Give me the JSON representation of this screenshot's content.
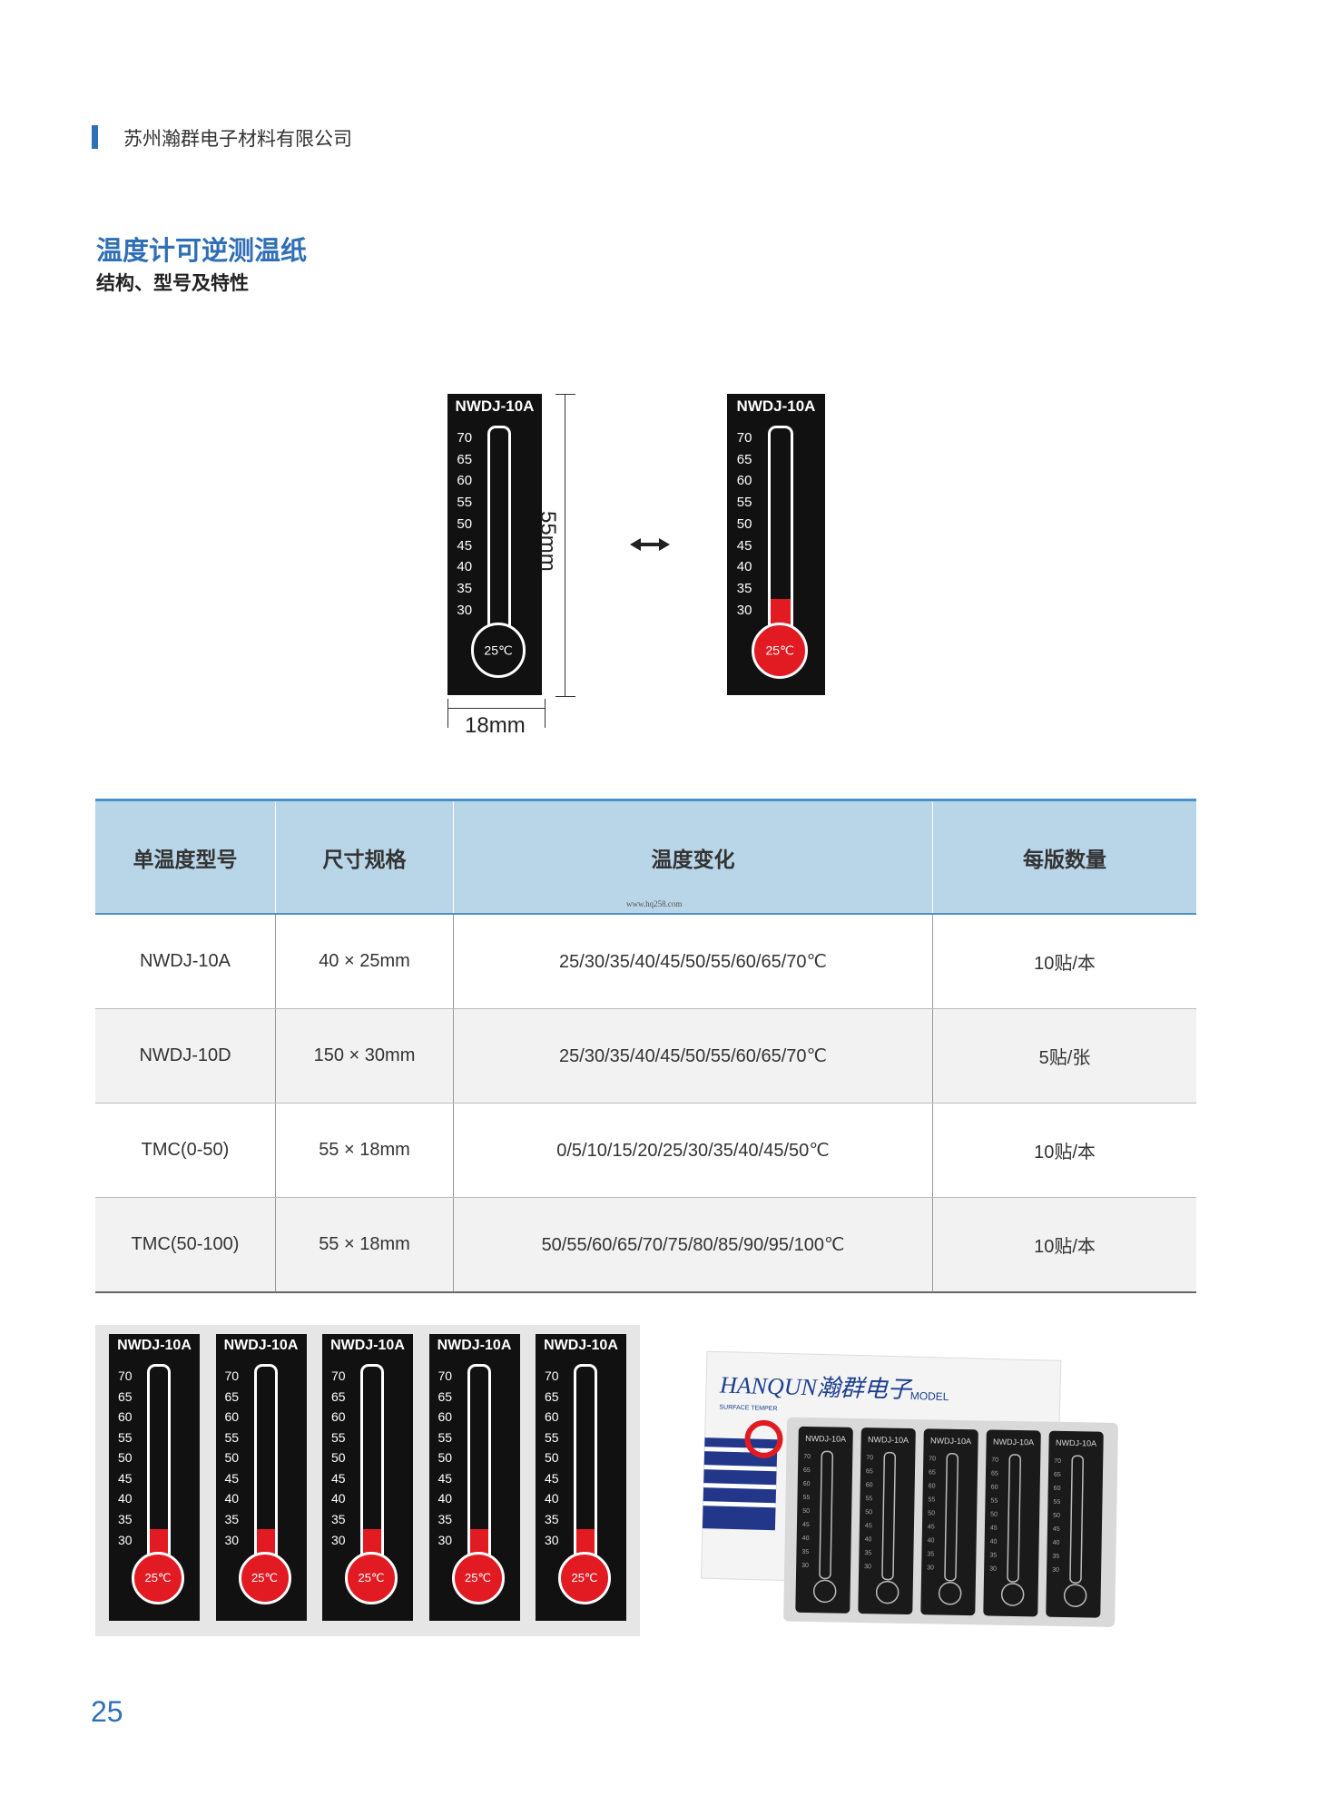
{
  "header": {
    "company": "苏州瀚群电子材料有限公司"
  },
  "section": {
    "title": "温度计可逆测温纸",
    "subtitle": "结构、型号及特性"
  },
  "diagram": {
    "model": "NWDJ-10A",
    "ticks": [
      "70",
      "65",
      "60",
      "55",
      "50",
      "45",
      "40",
      "35",
      "30"
    ],
    "bulb_label": "25℃",
    "height_label": "55mm",
    "width_label": "18mm",
    "arrow_icon": "double-arrow-icon",
    "fill_color": "#e21b23"
  },
  "table": {
    "headers": [
      "单温度型号",
      "尺寸规格",
      "温度变化",
      "每版数量"
    ],
    "rows": [
      [
        "NWDJ-10A",
        "40 × 25mm",
        "25/30/35/40/45/50/55/60/65/70℃",
        "10贴/本"
      ],
      [
        "NWDJ-10D",
        "150 × 30mm",
        "25/30/35/40/45/50/55/60/65/70℃",
        "5贴/张"
      ],
      [
        "TMC(0-50)",
        "55 × 18mm",
        "0/5/10/15/20/25/30/35/40/45/50℃",
        "10贴/本"
      ],
      [
        "TMC(50-100)",
        "55 × 18mm",
        "50/55/60/65/70/75/80/85/90/95/100℃",
        "10贴/本"
      ]
    ],
    "watermark": "www.hq258.com"
  },
  "photo": {
    "brand": "HANQUN瀚群电子",
    "model_label": "MODEL",
    "surface_label": "SURFACE TEMPER"
  },
  "page_number": "25"
}
